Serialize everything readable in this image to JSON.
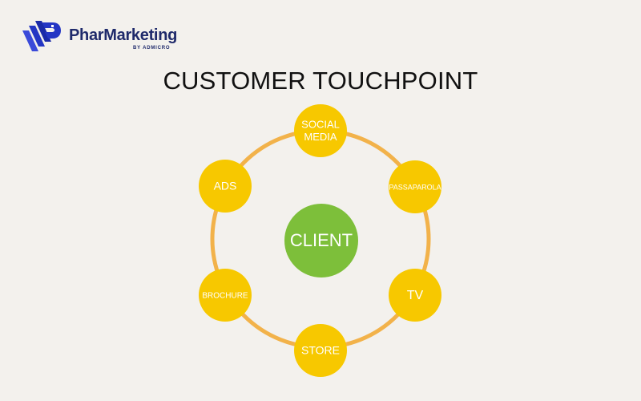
{
  "brand": {
    "name": "PharMarketing",
    "tagline": "BY ADMICRO",
    "color": "#1f2a6b",
    "accent": "#3a4ad9"
  },
  "title": "CUSTOMER TOUCHPOINT",
  "diagram": {
    "ring_color": "#f2b24a",
    "node_color": "#f7c800",
    "center_color": "#7dbf3a",
    "center": {
      "label": "CLIENT"
    },
    "nodes": [
      {
        "id": "social-media",
        "label_lines": [
          "SOCIAL",
          "MEDIA"
        ]
      },
      {
        "id": "passaparola",
        "label_lines": [
          "PASSAPAROLA"
        ]
      },
      {
        "id": "tv",
        "label_lines": [
          "TV"
        ]
      },
      {
        "id": "store",
        "label_lines": [
          "STORE"
        ]
      },
      {
        "id": "brochure",
        "label_lines": [
          "BROCHURE"
        ]
      },
      {
        "id": "ads",
        "label_lines": [
          "ADS"
        ]
      }
    ]
  }
}
